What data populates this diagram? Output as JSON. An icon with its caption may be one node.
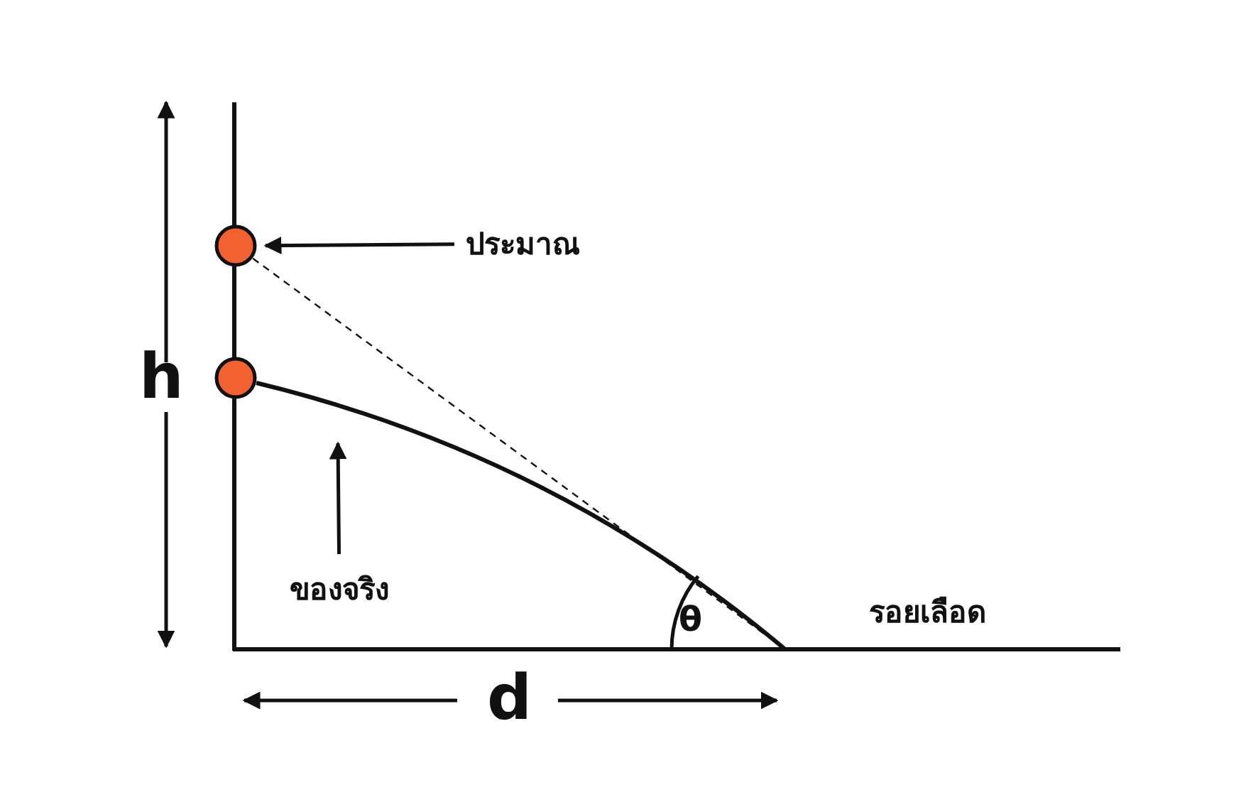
{
  "diagram": {
    "nodes": [
      {
        "text": [],
        "shape": "circle"
      },
      {
        "text": [],
        "shape": "circle"
      },
      {
        "text": [
          "ประมาณ"
        ]
      },
      {
        "text": [
          "ของจริง"
        ]
      }
    ],
    "edges": [
      {
        "from": 2,
        "to": 0,
        "arrow": "to"
      },
      {
        "from": 3,
        "to": null,
        "arrow": "to"
      },
      {
        "from": 1,
        "to": null,
        "arrow": "none"
      },
      {
        "from": 0,
        "to": null,
        "arrow": "none",
        "style": "dashed"
      }
    ],
    "labels": [
      "h",
      "d",
      "θ",
      "รอยเลือด"
    ]
  }
}
